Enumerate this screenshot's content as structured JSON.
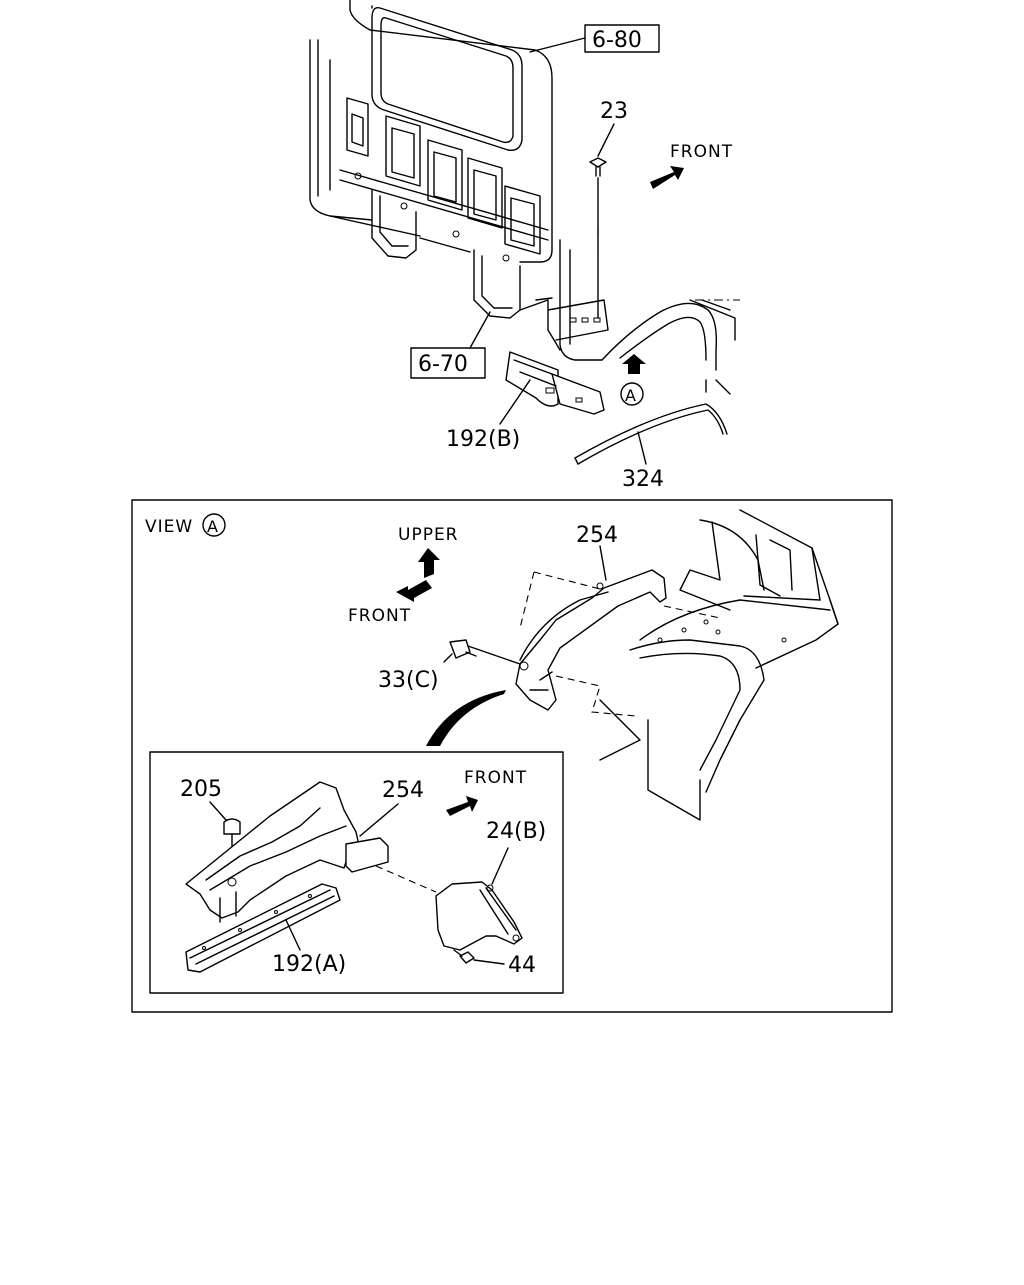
{
  "labels": {
    "ref_6_80": "6-80",
    "ref_6_70": "6-70",
    "part_23": "23",
    "front_top": "FRONT",
    "view_marker_a": "A",
    "part_192b": "192(B)",
    "part_324": "324",
    "view_a_title": "VIEW",
    "view_a_circle": "A",
    "upper": "UPPER",
    "front_view": "FRONT",
    "part_254_view": "254",
    "part_33c": "33(C)",
    "part_205": "205",
    "part_254_detail": "254",
    "front_detail": "FRONT",
    "part_24b": "24(B)",
    "part_192a": "192(A)",
    "part_44": "44"
  }
}
